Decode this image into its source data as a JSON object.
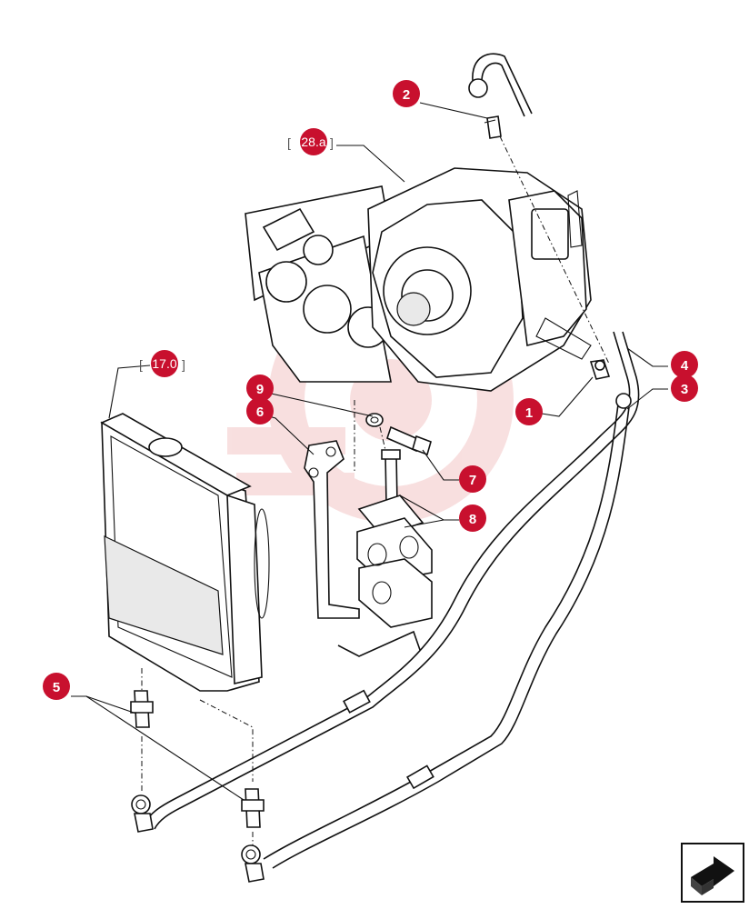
{
  "colors": {
    "callout": "#c8102e",
    "watermark": "#f3c6c6",
    "line": "#111111"
  },
  "callouts": [
    {
      "id": "1",
      "label": "1"
    },
    {
      "id": "2",
      "label": "2"
    },
    {
      "id": "3",
      "label": "3"
    },
    {
      "id": "4",
      "label": "4"
    },
    {
      "id": "5",
      "label": "5"
    },
    {
      "id": "6",
      "label": "6"
    },
    {
      "id": "7",
      "label": "7"
    },
    {
      "id": "8",
      "label": "8"
    },
    {
      "id": "9",
      "label": "9"
    }
  ],
  "references": [
    {
      "id": "transmission",
      "label": "28.a"
    },
    {
      "id": "radiator",
      "label": "17.0"
    }
  ],
  "icons": {
    "nav": "next-page-arrow-icon",
    "watermark": "gear-logo-watermark-icon"
  }
}
